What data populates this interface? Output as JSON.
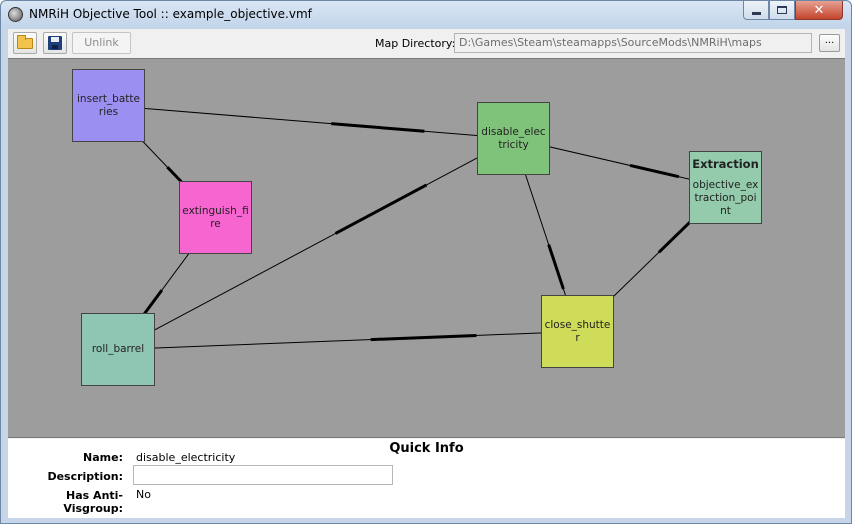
{
  "window": {
    "title": "NMRiH Objective Tool :: example_objective.vmf",
    "app_icon": "nmrih-app-icon"
  },
  "toolbar": {
    "open_icon": "folder-open-icon",
    "save_icon": "floppy-disk-icon",
    "unlink_label": "Unlink",
    "map_directory_label": "Map Directory:",
    "map_directory_value": "D:\\Games\\Steam\\steamapps\\SourceMods\\NMRiH\\maps",
    "browse_label": "..."
  },
  "graph": {
    "nodes": {
      "insert_batteries": {
        "label": "insert_batteries",
        "color": "#9b8ff2"
      },
      "extinguish_fire": {
        "label": "extinguish_fire",
        "color": "#f765d0"
      },
      "roll_barrel": {
        "label": "roll_barrel",
        "color": "#8fc5b3"
      },
      "disable_electricity": {
        "label": "disable_electricity",
        "color": "#7fc27a"
      },
      "close_shutter": {
        "label": "close_shutter",
        "color": "#cfdc59"
      },
      "objective_extraction_point": {
        "title": "Extraction",
        "label": "objective_extraction_point",
        "color": "#93cbac"
      }
    },
    "links": [
      [
        "insert_batteries",
        "extinguish_fire"
      ],
      [
        "insert_batteries",
        "disable_electricity"
      ],
      [
        "extinguish_fire",
        "roll_barrel"
      ],
      [
        "roll_barrel",
        "disable_electricity"
      ],
      [
        "roll_barrel",
        "close_shutter"
      ],
      [
        "disable_electricity",
        "close_shutter"
      ],
      [
        "disable_electricity",
        "objective_extraction_point"
      ],
      [
        "close_shutter",
        "objective_extraction_point"
      ]
    ],
    "background": "#9d9d9d"
  },
  "quick_info": {
    "heading": "Quick Info",
    "name_label": "Name:",
    "name_value": "disable_electricity",
    "description_label": "Description:",
    "description_value": "",
    "anti_visgroup_label": "Has Anti-Visgroup:",
    "anti_visgroup_value": "No"
  }
}
